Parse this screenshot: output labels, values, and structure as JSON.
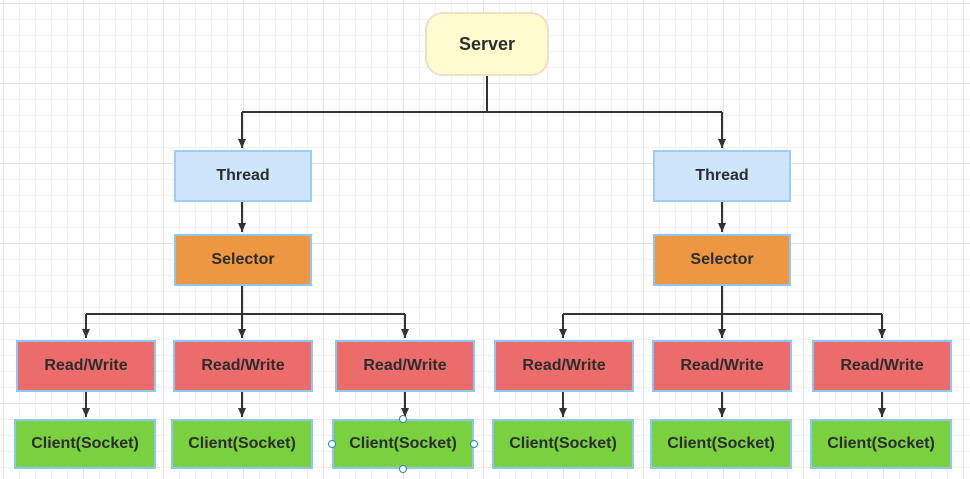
{
  "diagram": {
    "server": "Server",
    "groups": [
      {
        "thread": "Thread",
        "selector": "Selector",
        "workers": [
          {
            "rw": "Read/Write",
            "client": "Client(Socket)"
          },
          {
            "rw": "Read/Write",
            "client": "Client(Socket)"
          },
          {
            "rw": "Read/Write",
            "client": "Client(Socket)"
          }
        ]
      },
      {
        "thread": "Thread",
        "selector": "Selector",
        "workers": [
          {
            "rw": "Read/Write",
            "client": "Client(Socket)"
          },
          {
            "rw": "Read/Write",
            "client": "Client(Socket)"
          },
          {
            "rw": "Read/Write",
            "client": "Client(Socket)"
          }
        ]
      }
    ]
  },
  "colors": {
    "server_fill": "#fffdd0",
    "thread_fill": "#cde6fb",
    "selector_fill": "#ee9742",
    "read_write_fill": "#ec6b6b",
    "client_fill": "#79d13f",
    "connector": "#333333",
    "selection_handle": "#2f7fd6"
  }
}
